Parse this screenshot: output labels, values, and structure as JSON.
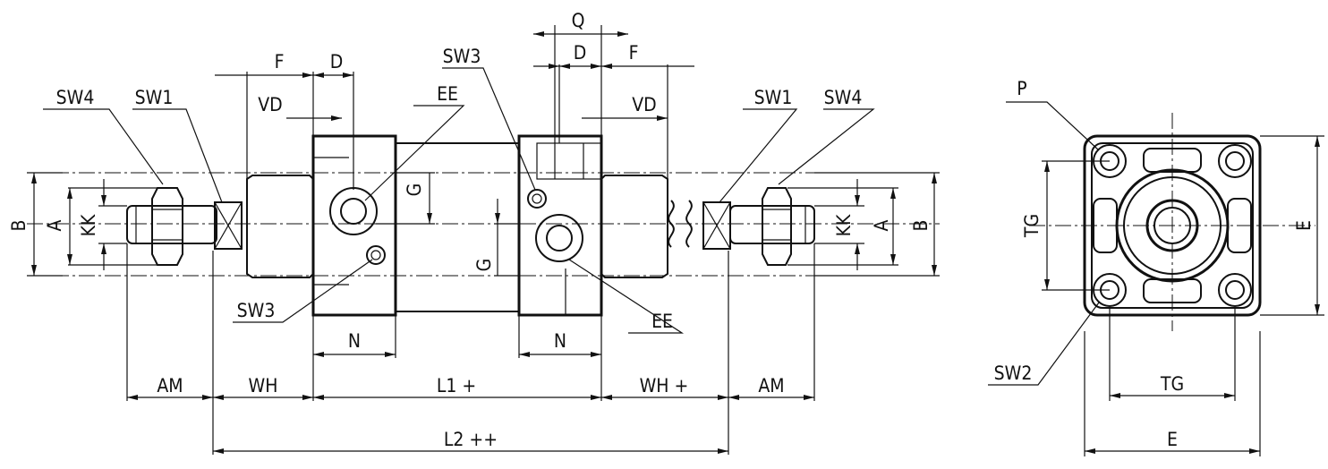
{
  "dimensions": {
    "Q": "Q",
    "D_left": "D",
    "F_left": "F",
    "VD_left": "VD",
    "D_right": "D",
    "F_right": "F",
    "VD_right": "VD",
    "SW3_top": "SW3",
    "SW3_bottom": "SW3",
    "EE_top": "EE",
    "EE_bottom": "EE",
    "SW4_left": "SW4",
    "SW1_left": "SW1",
    "SW1_right": "SW1",
    "SW4_right": "SW4",
    "G_upper": "G",
    "G_lower": "G",
    "B_left": "B",
    "A_left": "A",
    "KK_left": "KK",
    "KK_right": "KK",
    "A_right": "A",
    "B_right": "B",
    "N_left": "N",
    "N_right": "N",
    "AM_left": "AM",
    "WH_left": "WH",
    "L1": "L1 +",
    "WH_right": "WH +",
    "AM_right": "AM",
    "L2": "L2 ++",
    "P": "P",
    "TG_vertical": "TG",
    "E_vertical": "E",
    "SW2": "SW2",
    "TG_horizontal": "TG",
    "E_horizontal": "E"
  }
}
